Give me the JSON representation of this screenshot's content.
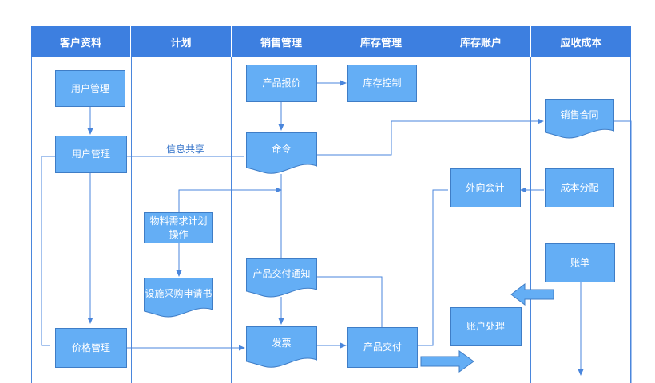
{
  "lanes": [
    "客户资料",
    "计划",
    "销售管理",
    "库存管理",
    "库存账户",
    "应收成本"
  ],
  "nodes": {
    "user_mgmt_1": "用户管理",
    "user_mgmt_2": "用户管理",
    "price_mgmt": "价格管理",
    "mrp_op": "物料需求计划操作",
    "purchase_req": "设施采购申请书",
    "quote": "产品报价",
    "order": "命令",
    "delivery_notice": "产品交付通知",
    "invoice": "发票",
    "inventory_ctrl": "库存控制",
    "product_delivery": "产品交付",
    "external_acct": "外向会计",
    "account_proc": "账户处理",
    "sales_contract": "销售合同",
    "cost_alloc": "成本分配",
    "bill": "账单"
  },
  "edge_labels": {
    "info_share": "信息共享"
  },
  "colors": {
    "header": "#3d7fe0",
    "node_fill": "#64aef5",
    "node_border": "#3f7dc6",
    "connector": "#4a86dc",
    "label_text": "#2f6fc8"
  }
}
